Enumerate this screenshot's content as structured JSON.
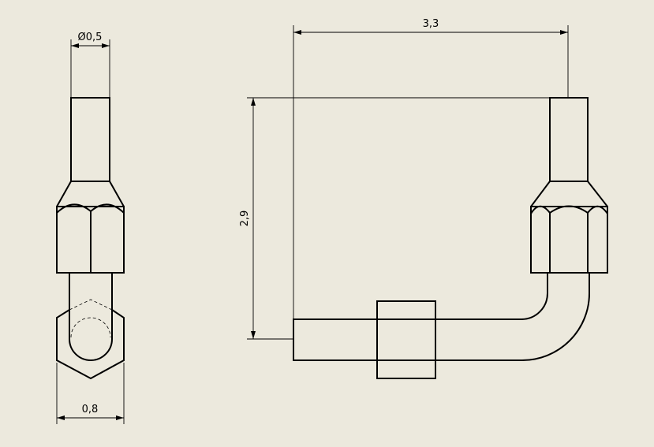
{
  "drawing": {
    "background": "#ECE9DD",
    "views": [
      {
        "name": "side-view",
        "dimensions": {
          "diameter": "Ø0,5",
          "width": "0,8"
        }
      },
      {
        "name": "front-view",
        "dimensions": {
          "width": "3,3",
          "height": "2,9"
        }
      }
    ]
  }
}
